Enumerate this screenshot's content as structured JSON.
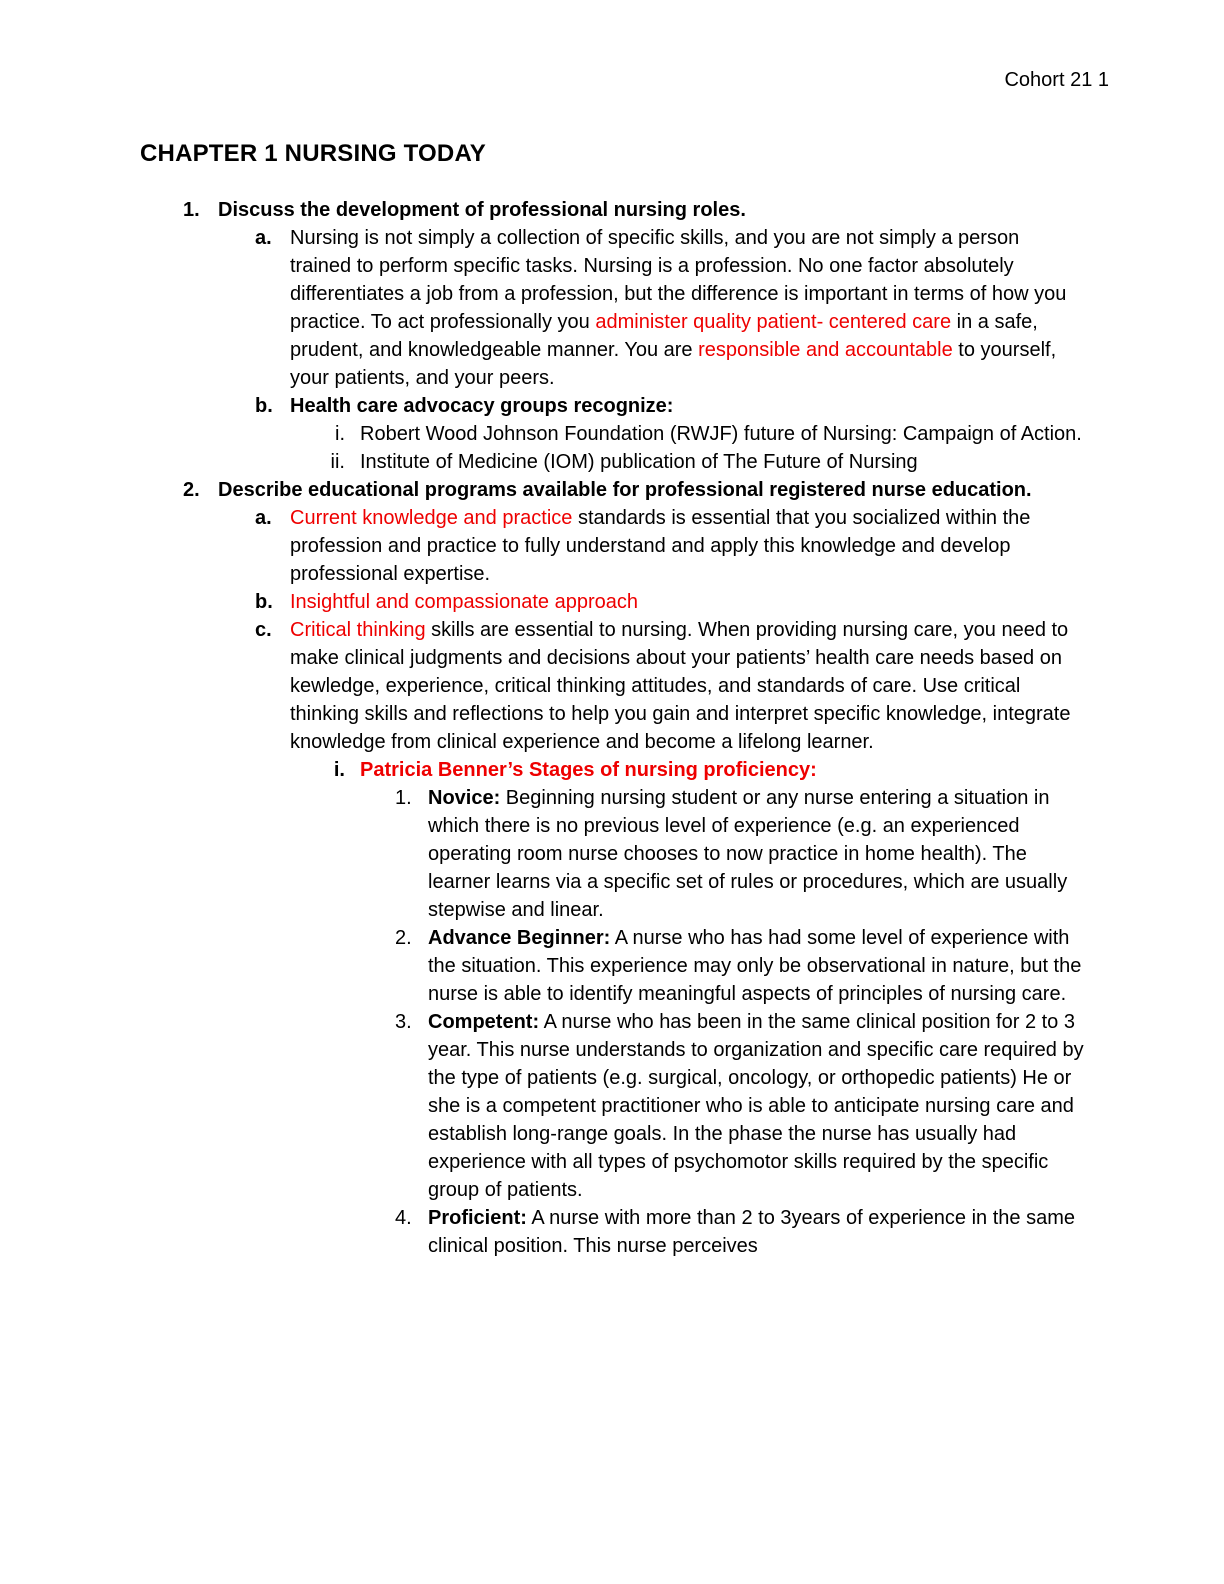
{
  "colors": {
    "accent_red": "#ee0000",
    "text": "#000000",
    "background": "#ffffff"
  },
  "header": {
    "cohort_label": "Cohort 21 1"
  },
  "title": "CHAPTER 1 NURSING TODAY",
  "outline": [
    {
      "level": 1,
      "marker": "1.",
      "marker_bold": true,
      "segments": [
        {
          "text": "Discuss the development of professional nursing roles.",
          "bold": true
        }
      ]
    },
    {
      "level": 2,
      "marker": "a.",
      "marker_bold": true,
      "segments": [
        {
          "text": "Nursing is not simply a collection of specific skills, and you are not simply a person trained to perform specific tasks. Nursing is a profession. No one factor absolutely differentiates a job from a profession, but the difference is important in terms of how you practice. To act professionally you "
        },
        {
          "text": "administer quality patient- centered care",
          "red": true
        },
        {
          "text": " in a safe, prudent, and knowledgeable manner. You are "
        },
        {
          "text": "responsible and accountable",
          "red": true
        },
        {
          "text": " to yourself, your patients, and your peers."
        }
      ]
    },
    {
      "level": 2,
      "marker": "b.",
      "marker_bold": true,
      "segments": [
        {
          "text": "Health care advocacy groups recognize:",
          "bold": true
        }
      ]
    },
    {
      "level": 3,
      "marker": "i.",
      "segments": [
        {
          "text": "Robert Wood Johnson Foundation (RWJF) future of Nursing: Campaign of Action."
        }
      ]
    },
    {
      "level": 3,
      "marker": "ii.",
      "segments": [
        {
          "text": "Institute of Medicine (IOM) publication of The Future of Nursing"
        }
      ]
    },
    {
      "level": 1,
      "marker": "2.",
      "marker_bold": true,
      "segments": [
        {
          "text": "Describe educational programs available for professional registered nurse education.",
          "bold": true
        }
      ]
    },
    {
      "level": 2,
      "marker": "a.",
      "marker_bold": true,
      "segments": [
        {
          "text": "Current knowledge and practice",
          "red": true
        },
        {
          "text": " standards is essential that you socialized within the profession and practice to fully understand and apply this knowledge and develop professional expertise."
        }
      ]
    },
    {
      "level": 2,
      "marker": "b.",
      "marker_bold": true,
      "segments": [
        {
          "text": "Insightful and compassionate approach",
          "red": true
        }
      ]
    },
    {
      "level": 2,
      "marker": "c.",
      "marker_bold": true,
      "segments": [
        {
          "text": "Critical thinking",
          "red": true
        },
        {
          "text": " skills are essential to nursing. When providing nursing care, you need to make clinical judgments and decisions about your patients’ health care needs based on kewledge, experience, critical thinking attitudes, and standards of care. Use critical thinking skills and reflections to help you gain and interpret specific knowledge, integrate knowledge from clinical experience and become a lifelong learner."
        }
      ]
    },
    {
      "level": 3,
      "marker": "i.",
      "marker_bold": true,
      "segments": [
        {
          "text": "Patricia Benner’s Stages of nursing proficiency:",
          "bold": true,
          "red": true
        }
      ]
    },
    {
      "level": 4,
      "marker": "1.",
      "segments": [
        {
          "text": "Novice:",
          "bold": true
        },
        {
          "text": " Beginning nursing student or any nurse entering a situation in which there is no previous level of experience (e.g. an experienced operating room nurse chooses to now practice in home health). The learner learns via a specific set of rules or procedures, which are usually stepwise and linear."
        }
      ]
    },
    {
      "level": 4,
      "marker": "2.",
      "segments": [
        {
          "text": "Advance Beginner:",
          "bold": true
        },
        {
          "text": " A nurse who has had some level of experience with the situation. This experience may only be observational in nature, but the nurse is able to identify meaningful aspects of principles of nursing care."
        }
      ]
    },
    {
      "level": 4,
      "marker": "3.",
      "segments": [
        {
          "text": "Competent:",
          "bold": true
        },
        {
          "text": " A nurse who has been in the same clinical position for 2 to 3 year. This nurse understands to organization and specific care required by the type of patients (e.g. surgical, oncology, or orthopedic patients) He or she is a competent practitioner who is able to anticipate nursing care and establish long-range goals. In the phase the nurse has usually had experience with all types of psychomotor skills required by the specific group of patients."
        }
      ]
    },
    {
      "level": 4,
      "marker": "4.",
      "segments": [
        {
          "text": "Proficient:",
          "bold": true
        },
        {
          "text": " A nurse with more than 2 to 3years of experience in the same clinical position. This nurse perceives"
        }
      ]
    }
  ]
}
